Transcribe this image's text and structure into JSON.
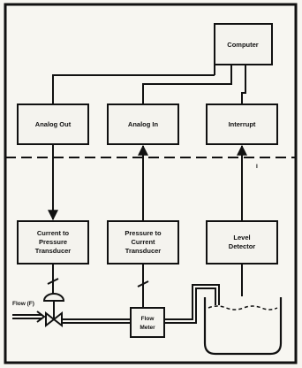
{
  "colors": {
    "paper": "#f7f6f1",
    "ink": "#111111",
    "box_fill": "#f4f3ee"
  },
  "blocks": {
    "computer": "Computer",
    "analog_out": "Analog Out",
    "analog_in": "Analog In",
    "interrupt": "Interrupt",
    "current_to_pressure": [
      "Current to",
      "Pressure",
      "Transducer"
    ],
    "pressure_to_current": [
      "Pressure to",
      "Current",
      "Transducer"
    ],
    "level_detector": [
      "Level",
      "Detector"
    ],
    "flow_meter": [
      "Flow",
      "Meter"
    ]
  },
  "labels": {
    "flow_input": "Flow (F)",
    "boundary_marker": "I"
  },
  "icons": [
    "control-valve-icon",
    "tank-icon",
    "arrow-icon"
  ]
}
